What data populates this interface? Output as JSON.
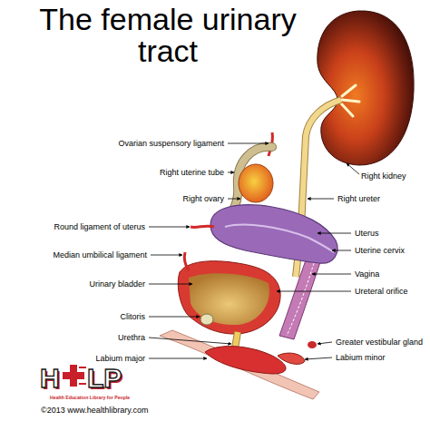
{
  "diagram": {
    "title": "The female urinary tract",
    "labels": [
      "Ovarian suspensory ligament",
      "Right uterine tube",
      "Right kidney",
      "Right ovary",
      "Right ureter",
      "Round ligament of uterus",
      "Uterus",
      "Uterine cervix",
      "Median umbilical ligament",
      "Vagina",
      "Urinary bladder",
      "Ureteral orifice",
      "Clitoris",
      "Urethra",
      "Greater vestibular gland",
      "H",
      "LP",
      "Labium major",
      "Labium minor",
      "Health Education Library for People",
      "©2013 www.healthlibrary.com"
    ]
  }
}
